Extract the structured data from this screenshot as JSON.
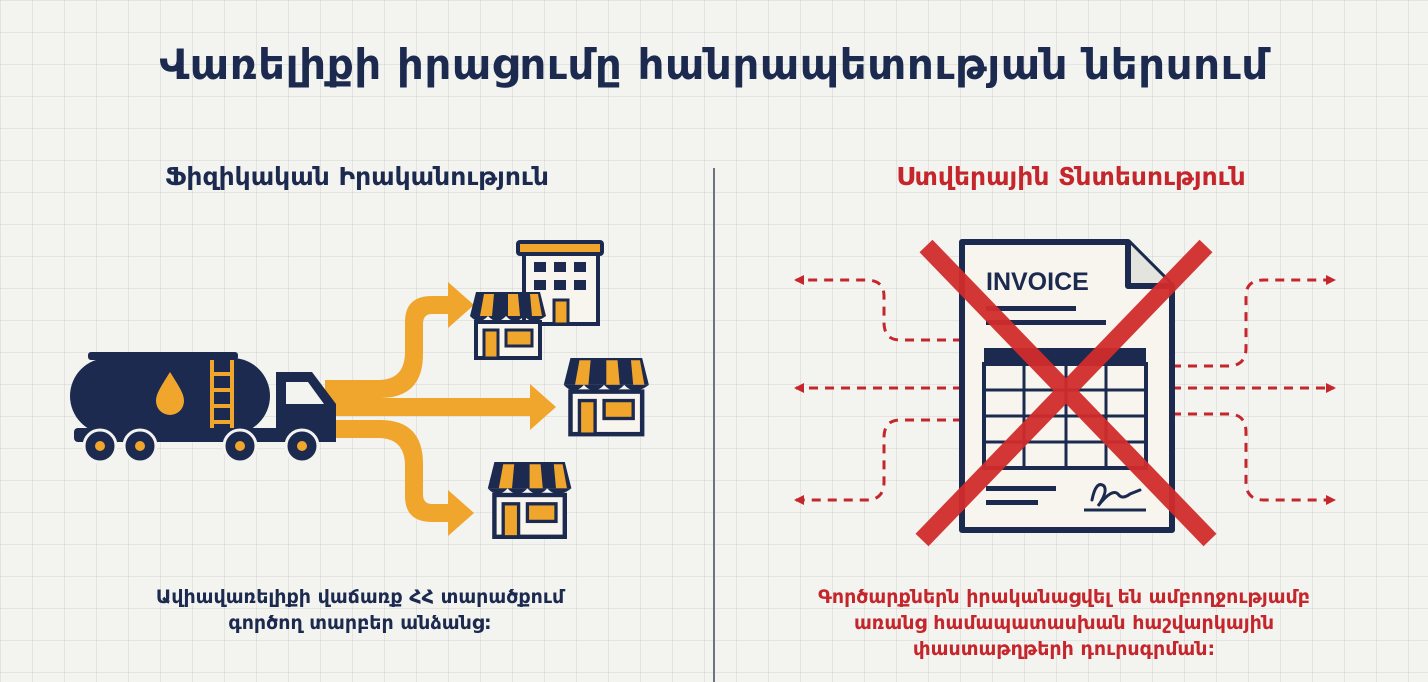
{
  "title": "Վառելիքի իրացումը հանրապետության ներսում",
  "left_panel": {
    "heading": "Ֆիզիկական Իրականություն",
    "caption_line1": "Ավիավառելիքի վաճառք ՀՀ տարածքում",
    "caption_line2": "գործող տարբեր անձանց:"
  },
  "right_panel": {
    "heading": "Ստվերային Տնտեսություն",
    "invoice_label": "INVOICE",
    "caption_line1": "Գործարքներն իրականացվել են ամբողջությամբ",
    "caption_line2": "առանց համապատասխան հաշվարկային",
    "caption_line3": "փաստաթղթերի դուրսգրման:"
  },
  "icons": {
    "truck": "fuel-tanker-truck-icon",
    "stores": "store-icon",
    "building": "office-building-icon",
    "document": "invoice-document-icon",
    "cross": "red-x-cross-icon"
  },
  "colors": {
    "navy": "#1b2a4e",
    "orange": "#f0a52d",
    "red": "#c5262b",
    "divider": "#6b7280"
  }
}
